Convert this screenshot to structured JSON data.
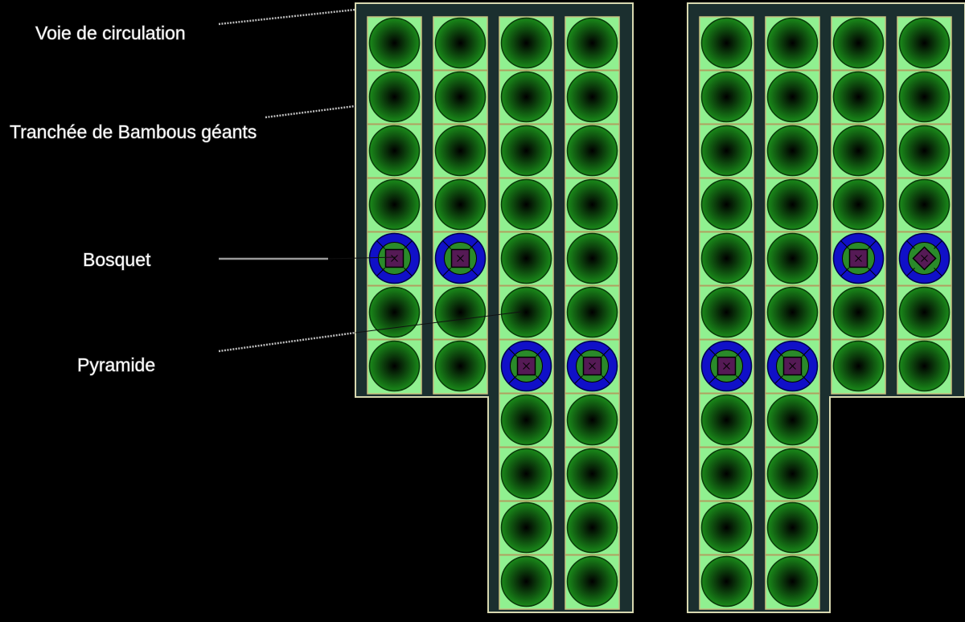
{
  "labels": {
    "voie": "Voie de circulation",
    "tranchee": "Tranchée de Bambous géants",
    "bosquet": "Bosquet",
    "pyramide": "Pyramide"
  },
  "colors": {
    "background": "#000000",
    "frame_border": "#d8d8b0",
    "frame_fill": "#1b2f2f",
    "trench": "#90f090",
    "trench_border": "#c8c080",
    "cell_divider": "#b0a060",
    "grove_light": "#1a8a1a",
    "grove_dark": "#000000",
    "pyramid_ring": "#1010c8",
    "pyramid_square": "#551a55"
  },
  "icons": {
    "grove": "bamboo-grove-circle-icon",
    "pyramid": "pyramid-ring-icon"
  },
  "plots": [
    {
      "columns": [
        {
          "rows": 7,
          "pyramids": [
            4
          ]
        },
        {
          "rows": 7,
          "pyramids": [
            4
          ]
        },
        {
          "rows": 11,
          "pyramids": [
            6
          ]
        },
        {
          "rows": 11,
          "pyramids": [
            6
          ]
        }
      ]
    },
    {
      "columns": [
        {
          "rows": 11,
          "pyramids": [
            6
          ]
        },
        {
          "rows": 11,
          "pyramids": [
            6
          ]
        },
        {
          "rows": 7,
          "pyramids": [
            4
          ]
        },
        {
          "rows": 7,
          "pyramids": [
            4
          ],
          "pyramid_style": "diamond"
        }
      ]
    }
  ]
}
